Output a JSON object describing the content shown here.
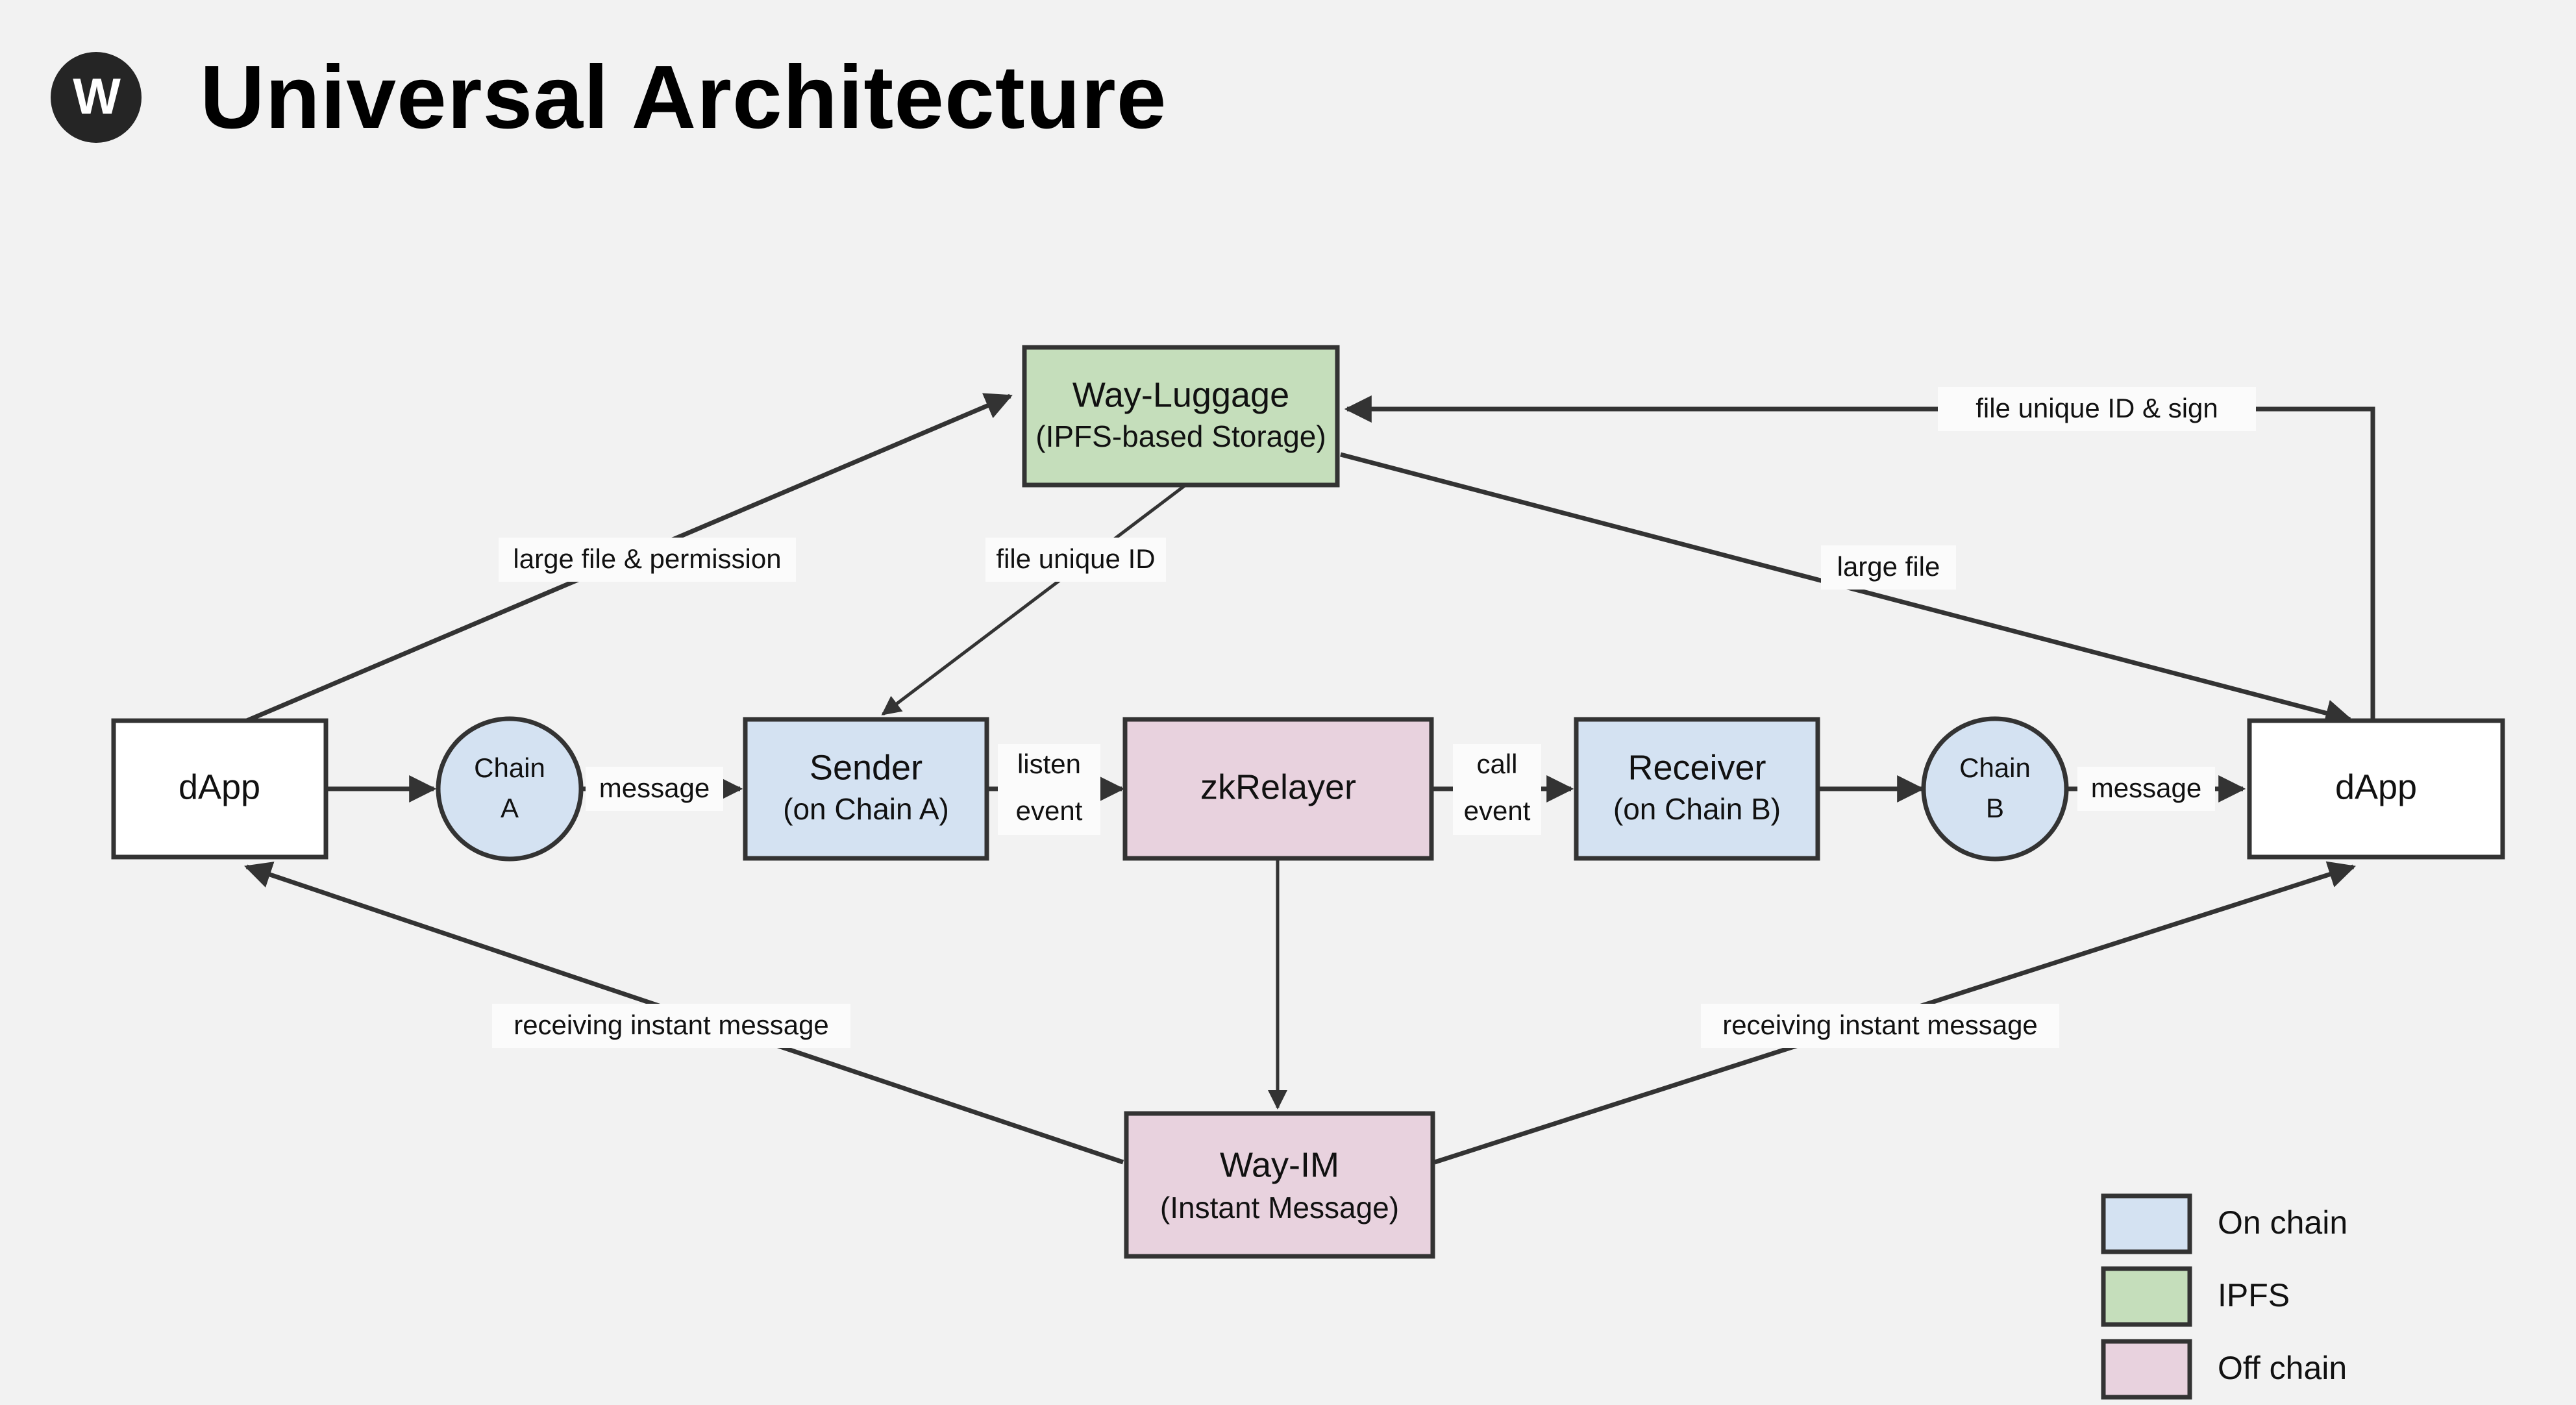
{
  "header": {
    "logo_letter": "W",
    "logo_name": "way-logo",
    "title": "Universal Architecture"
  },
  "colors": {
    "background": "#f2f2f2",
    "on_chain": "#d4e2f2",
    "ipfs": "#c5debb",
    "off_chain": "#e8d2de",
    "plain": "#ffffff",
    "stroke": "#333333",
    "logo": "#252525"
  },
  "nodes": {
    "dapp_left": {
      "label": "dApp",
      "sub": "",
      "type": "plain"
    },
    "chain_a": {
      "label": "Chain",
      "sub": "A",
      "type": "on_chain"
    },
    "sender": {
      "label": "Sender",
      "sub": "(on Chain A)",
      "type": "on_chain"
    },
    "zkrelayer": {
      "label": "zkRelayer",
      "sub": "",
      "type": "off_chain"
    },
    "receiver": {
      "label": "Receiver",
      "sub": "(on Chain B)",
      "type": "on_chain"
    },
    "chain_b": {
      "label": "Chain",
      "sub": "B",
      "type": "on_chain"
    },
    "dapp_right": {
      "label": "dApp",
      "sub": "",
      "type": "plain"
    },
    "way_luggage": {
      "label": "Way-Luggage",
      "sub": "(IPFS-based Storage)",
      "type": "ipfs"
    },
    "way_im": {
      "label": "Way-IM",
      "sub": "(Instant Message)",
      "type": "off_chain"
    }
  },
  "edges": {
    "dapp_left_to_chain_a": {
      "label": ""
    },
    "chain_a_to_sender": {
      "label": "message"
    },
    "sender_to_zkrelayer": {
      "label_line1": "listen",
      "label_line2": "event"
    },
    "zkrelayer_to_receiver": {
      "label_line1": "call",
      "label_line2": "event"
    },
    "receiver_to_chain_b": {
      "label": ""
    },
    "chain_b_to_dapp_right": {
      "label": "message"
    },
    "dapp_left_to_way_luggage": {
      "label": "large file & permission"
    },
    "way_luggage_to_sender": {
      "label": "file unique ID"
    },
    "way_luggage_to_dapp_right": {
      "label": "large file"
    },
    "dapp_right_to_way_luggage": {
      "label": "file unique ID & sign"
    },
    "zkrelayer_to_way_im": {
      "label": ""
    },
    "way_im_to_dapp_left": {
      "label": "receiving instant message"
    },
    "way_im_to_dapp_right": {
      "label": "receiving instant message"
    }
  },
  "legend": {
    "items": [
      {
        "label": "On chain",
        "color": "#d4e2f2"
      },
      {
        "label": "IPFS",
        "color": "#c5debb"
      },
      {
        "label": "Off chain",
        "color": "#e8d2de"
      }
    ]
  }
}
